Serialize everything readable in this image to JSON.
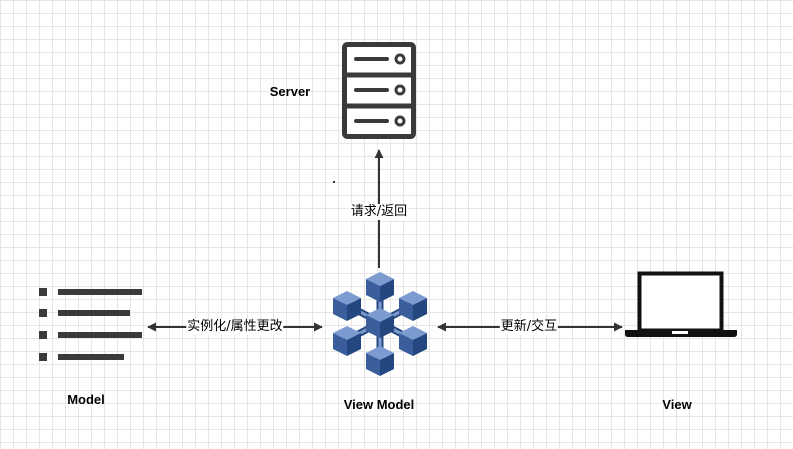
{
  "nodes": {
    "server": {
      "label": "Server",
      "icon": "server-icon"
    },
    "model": {
      "label": "Model",
      "icon": "list-icon"
    },
    "view_model": {
      "label": "View Model",
      "icon": "network-cubes-icon"
    },
    "view": {
      "label": "View",
      "icon": "laptop-icon"
    }
  },
  "edges": {
    "vm_server": {
      "label": "请求/返回"
    },
    "model_vm": {
      "label": "实例化/属性更改"
    },
    "vm_view": {
      "label": "更新/交互"
    }
  },
  "colors": {
    "arrow": "#333333",
    "icon_dark": "#3a3a3a",
    "cube_front": "#3a5e9c",
    "cube_top": "#7b9bd1",
    "cube_side": "#24477f",
    "grid": "#e6e6e6"
  }
}
